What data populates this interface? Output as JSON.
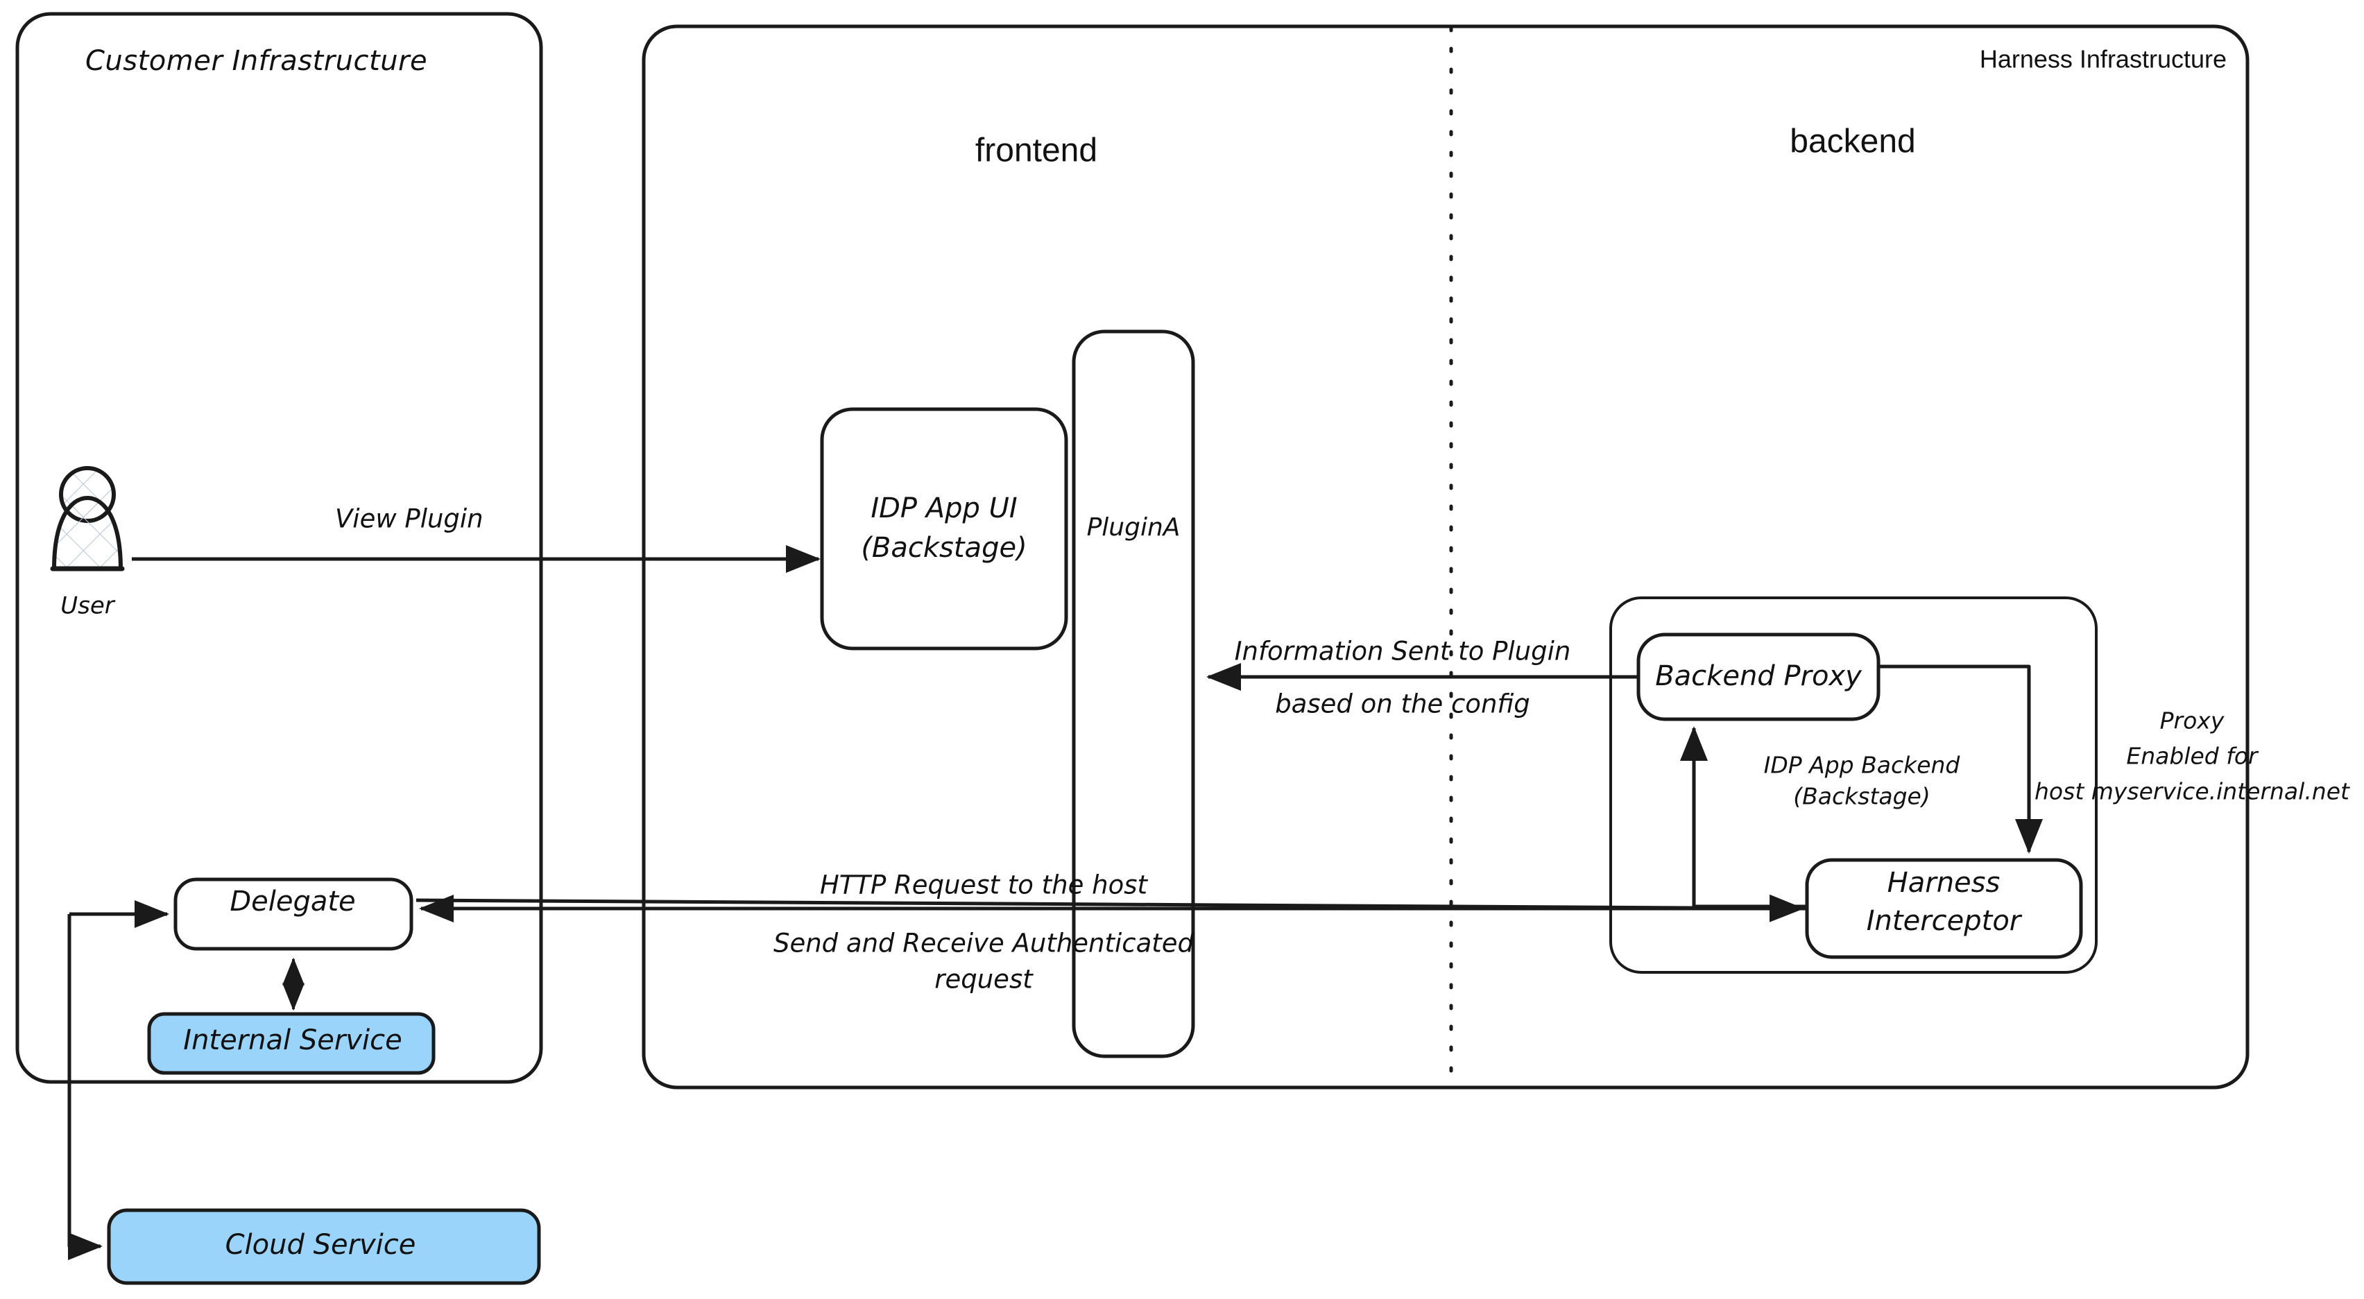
{
  "diagram": {
    "title": "Harness IDP Plugin Proxy Architecture",
    "colors": {
      "stroke": "#1a1a1a",
      "fill": "#ffffff",
      "highlight_blue": "#9ad4fa",
      "hatch": "#b9c6d6"
    }
  },
  "groups": {
    "customer_infrastructure": {
      "label": "Customer Infrastructure"
    },
    "harness_infrastructure": {
      "label": "Harness Infrastructure"
    },
    "idp_app_backend": {
      "label_line1": "IDP App Backend",
      "label_line2": "(Backstage)"
    }
  },
  "sections": {
    "frontend": {
      "label": "frontend"
    },
    "backend": {
      "label": "backend"
    }
  },
  "nodes": {
    "user": {
      "label": "User",
      "icon": "user-avatar-icon"
    },
    "idp_app_ui": {
      "label_line1": "IDP App UI",
      "label_line2": "(Backstage)"
    },
    "plugin_a": {
      "label": "PluginA"
    },
    "backend_proxy": {
      "label": "Backend Proxy"
    },
    "harness_interceptor": {
      "label_line1": "Harness",
      "label_line2": "Interceptor"
    },
    "delegate": {
      "label": "Delegate"
    },
    "internal_service": {
      "label": "Internal Service"
    },
    "cloud_service": {
      "label": "Cloud Service"
    }
  },
  "edges": {
    "view_plugin": {
      "label": "View Plugin"
    },
    "info_to_plugin": {
      "label_line1": "Information Sent to Plugin",
      "label_line2": "based on the config"
    },
    "http_request": {
      "label_line1": "HTTP Request to the host",
      "label_line2": "Send and Receive Authenticated",
      "label_line3": "request"
    },
    "proxy_enabled": {
      "label_line1": "Proxy",
      "label_line2": "Enabled for",
      "label_line3": "host myservice.internal.net"
    }
  }
}
